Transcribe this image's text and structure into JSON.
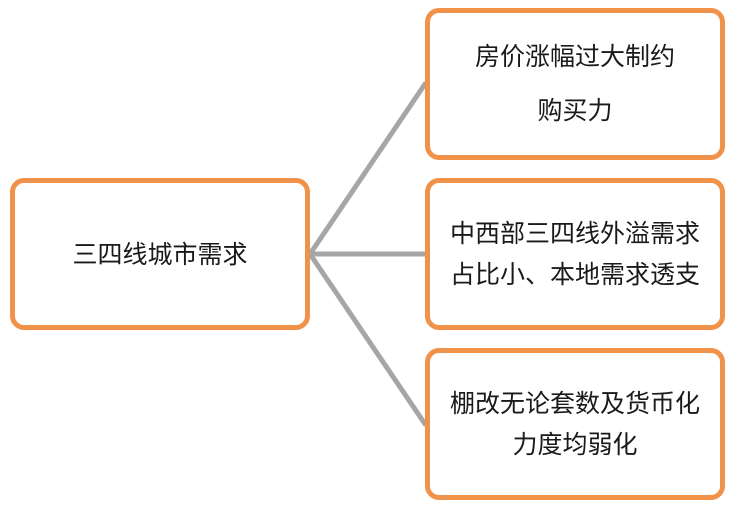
{
  "diagram": {
    "root": {
      "lines": [
        "三四线城市需求"
      ]
    },
    "children": [
      {
        "lines": [
          "房价涨幅过大制约",
          "购买力"
        ]
      },
      {
        "lines": [
          "中西部三四线外溢需求",
          "占比小、本地需求透支"
        ]
      },
      {
        "lines": [
          "棚改无论套数及货币化",
          "力度均弱化"
        ]
      }
    ],
    "colors": {
      "node_border": "#F0924A",
      "connector": "#A6A6A6"
    }
  }
}
